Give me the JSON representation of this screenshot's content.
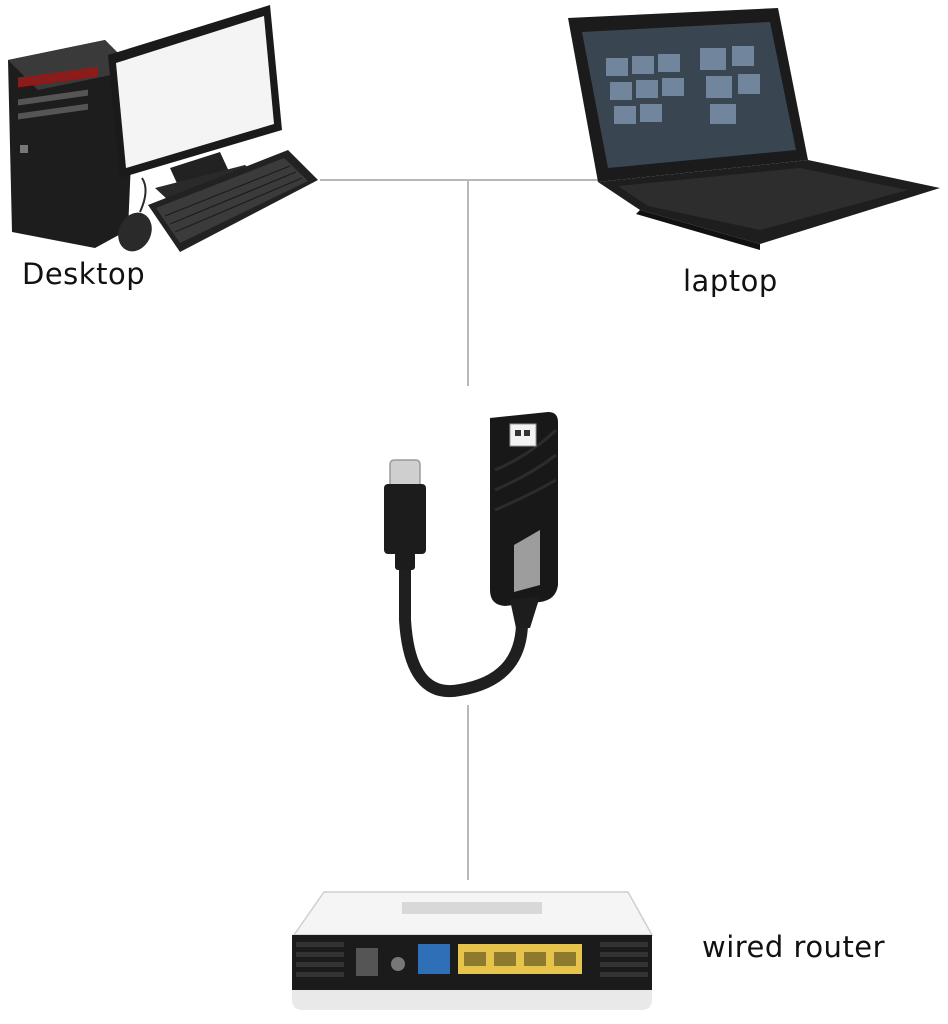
{
  "diagram": {
    "nodes": {
      "desktop": {
        "label": "Desktop"
      },
      "laptop": {
        "label": "laptop"
      },
      "adapter": {
        "label": ""
      },
      "router": {
        "label": "wired router"
      }
    },
    "edges": [
      {
        "from": "desktop",
        "to": "adapter"
      },
      {
        "from": "laptop",
        "to": "adapter"
      },
      {
        "from": "adapter",
        "to": "router"
      }
    ]
  },
  "colors": {
    "line": "#b8b8b8",
    "device_dark": "#1c1c1c",
    "laptop_screen": "#3a4552",
    "router_body": "#e9e9e9",
    "router_ports": "#e6c34a",
    "router_wan_port": "#2f6fb8"
  }
}
